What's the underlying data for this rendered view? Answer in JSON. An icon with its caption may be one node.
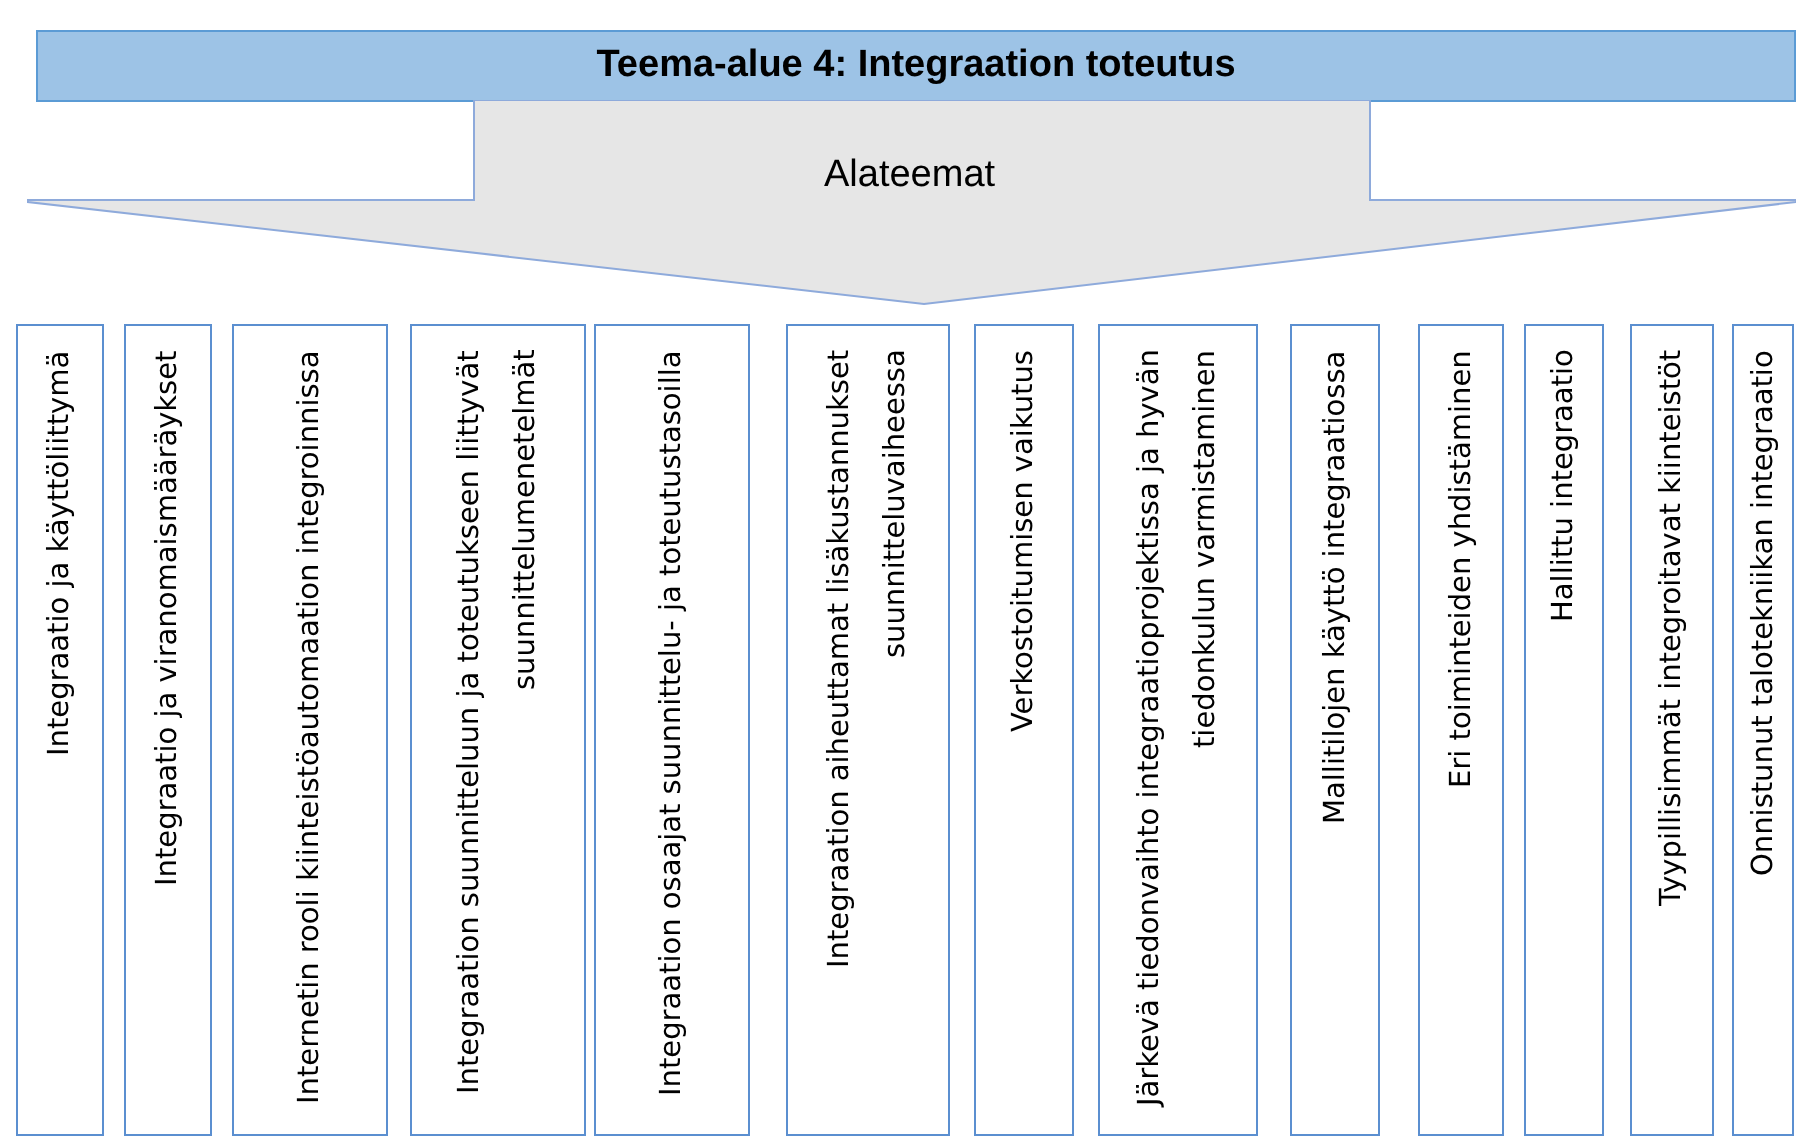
{
  "diagram": {
    "nodes": [
      {
        "text": [
          "Teema-alue 4: Integraation toteutus"
        ]
      },
      {
        "text": [
          "Alateemat"
        ]
      },
      {
        "text": [
          "Integraatio ja käyttöliittymä"
        ]
      },
      {
        "text": [
          "Integraatio ja viranomaismääräykset"
        ]
      },
      {
        "text": [
          "Internetin rooli kiinteistöautomaation integroinnissa"
        ]
      },
      {
        "text": [
          "Integraation suunnitteluun ja toteutukseen liittyvät suunnittelumenetelmät"
        ]
      },
      {
        "text": [
          "Integraation osaajat suunnittelu- ja toteutustasoilla"
        ]
      },
      {
        "text": [
          "Integraation aiheuttamat lisäkustannukset suunnitteluvaiheessa"
        ]
      },
      {
        "text": [
          "Verkostoitumisen vaikutus"
        ]
      },
      {
        "text": [
          "Järkevä tiedonvaihto integraatioprojektissa ja hyvän tiedonkulun varmistaminen"
        ]
      },
      {
        "text": [
          "Mallitilojen käyttö integraatiossa"
        ]
      },
      {
        "text": [
          "Eri toiminteiden yhdistäminen"
        ]
      },
      {
        "text": [
          "Hallittu integraatio"
        ]
      },
      {
        "text": [
          "Tyypillisimmät integroitavat kiinteistöt"
        ]
      },
      {
        "text": [
          "Onnistunut talotekniikan integraatio"
        ]
      }
    ]
  }
}
